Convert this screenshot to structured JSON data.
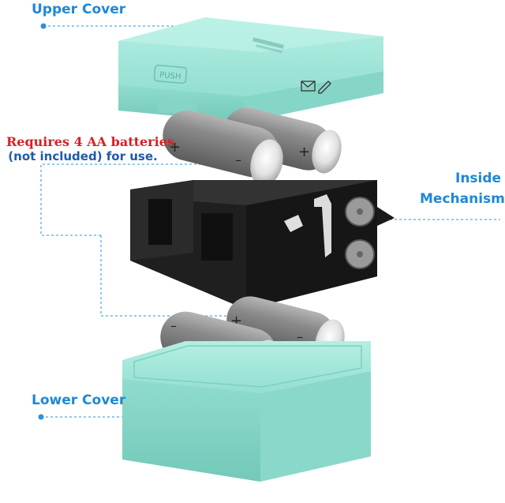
{
  "labels": {
    "upper_cover": "Upper Cover",
    "batteries_line1": "Requires 4 AA batteries",
    "batteries_line2": "(not included) for use.",
    "inside_line1": "Inside",
    "inside_line2": "Mechanism",
    "lower_cover": "Lower Cover"
  },
  "device_marks": {
    "push": "PUSH",
    "plus": "+",
    "minus": "–"
  },
  "colors": {
    "cover": "#9fe6d8",
    "cover_shade": "#7fd2c3",
    "mechanism": "#1b1b1b",
    "battery": "#8c8c8c",
    "callout_line": "#2a90e0",
    "red_text": "#d81f26",
    "blue_text": "#1e88d6"
  },
  "icons": [
    "envelope-icon",
    "pencil-icon"
  ]
}
